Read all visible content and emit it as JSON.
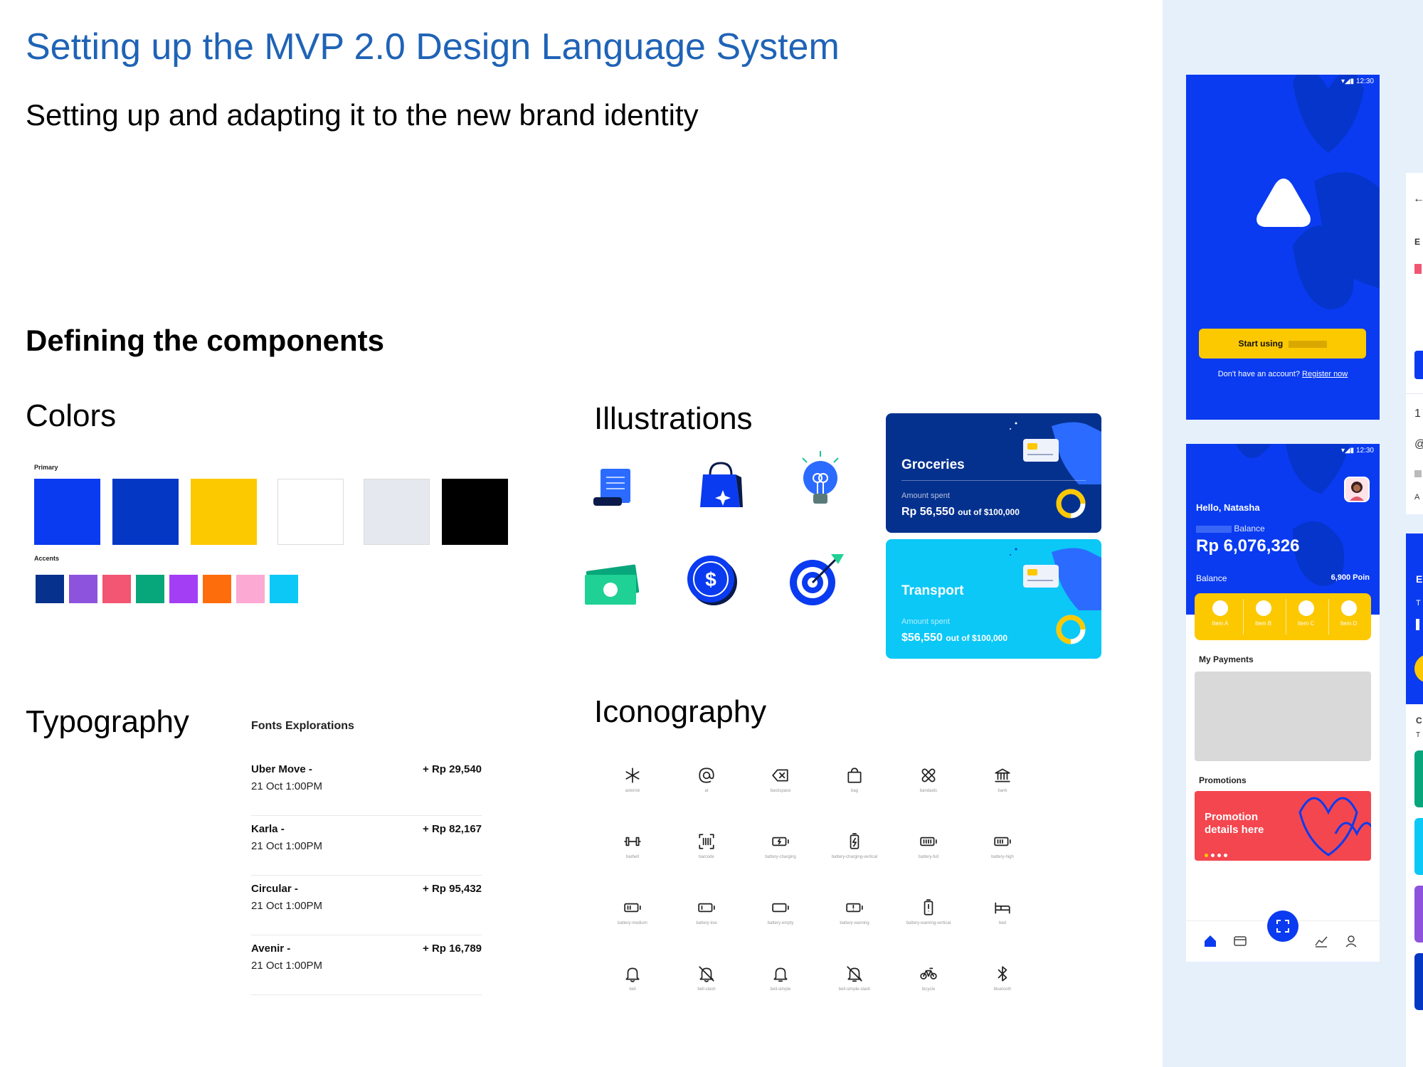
{
  "header": {
    "title": "Setting up the MVP 2.0 Design Language System",
    "subtitle": "Setting up and adapting it to the new brand identity",
    "components_heading": "Defining the components"
  },
  "colors": {
    "heading": "Colors",
    "primary_label": "Primary",
    "accents_label": "Accents",
    "primary": [
      "#0a3bf0",
      "#0437c4",
      "#fcc800",
      "#ffffff",
      "#e5e8ef",
      "#000000"
    ],
    "accents": [
      "#06318c",
      "#8e53dc",
      "#f25672",
      "#08a67b",
      "#a33ef5",
      "#fe6d0b",
      "#fca9d3",
      "#0bc8f7"
    ]
  },
  "illustrations": {
    "heading": "Illustrations",
    "icon_names": [
      "scroll-icon",
      "shopping-bag-icon",
      "lightbulb-icon",
      "cash-icon",
      "coin-icon",
      "target-icon"
    ],
    "cards": [
      {
        "title": "Groceries",
        "label": "Amount spent",
        "amount": "Rp 56,550",
        "suffix": "out of $100,000",
        "color": "#05318e"
      },
      {
        "title": "Transport",
        "label": "Amount spent",
        "amount": "$56,550",
        "suffix": "out of $100,000",
        "color": "#0bc8f7"
      }
    ]
  },
  "typography": {
    "heading": "Typography",
    "fonts_title": "Fonts Explorations",
    "rows": [
      {
        "name": "Uber Move -",
        "date": "21 Oct  1:00PM",
        "amount": "+ Rp 29,540"
      },
      {
        "name": "Karla -",
        "date": "21 Oct  1:00PM",
        "amount": "+ Rp 82,167"
      },
      {
        "name": "Circular -",
        "date": "21 Oct  1:00PM",
        "amount": "+ Rp 95,432"
      },
      {
        "name": "Avenir -",
        "date": "21 Oct  1:00PM",
        "amount": "+ Rp 16,789"
      }
    ]
  },
  "iconography": {
    "heading": "Iconography",
    "icons": [
      [
        "asterisk",
        "at",
        "backspace",
        "bag",
        "bandaids",
        "bank"
      ],
      [
        "barbell",
        "barcode",
        "battery-charging",
        "battery-charging-vertical",
        "battery-full",
        "battery-high"
      ],
      [
        "battery-medium",
        "battery-low",
        "battery-empty",
        "battery-warning",
        "battery-warning-vertical",
        "bed"
      ],
      [
        "bell",
        "bell-slash",
        "bell-simple",
        "bell-simple-slash",
        "bicycle",
        "bluetooth"
      ]
    ]
  },
  "phone_splash": {
    "time": "12:30",
    "start_button": "Start using",
    "no_account": "Don't have an account?",
    "register": "Register now"
  },
  "phone_home": {
    "time": "12:30",
    "greeting": "Hello, Natasha",
    "balance_label": "Balance",
    "balance": "Rp 6,076,326",
    "balance_label2": "Balance",
    "points": "6,900 Poin",
    "items": [
      "Item A",
      "Item B",
      "Item C",
      "Item D"
    ],
    "payments_title": "My Payments",
    "promotions_title": "Promotions",
    "promotion_text_1": "Promotion",
    "promotion_text_2": "details here"
  },
  "side_fragments": {
    "f1": "E",
    "f2": "1",
    "f3": "@",
    "f4": "A",
    "f5": "E",
    "f6": "T",
    "f7": "C",
    "f8": "T"
  }
}
